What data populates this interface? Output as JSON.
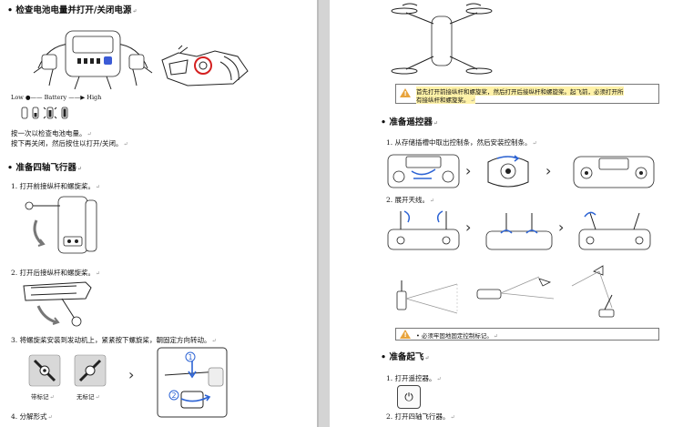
{
  "left": {
    "section_battery": {
      "title": "• 检查电池电量并打开/关闭电源",
      "scale_low": "Low",
      "scale_battery": "Battery",
      "scale_high": "High",
      "line1": "按一次以检查电池电量。",
      "line2": "按下再关闭，然后按住以打开/关闭。"
    },
    "section_unfold": {
      "title": "• 准备四轴飞行器",
      "step1": "1.  打开前接纵杆和螺旋桨。",
      "step2": "2.  打开后接纵杆和螺旋桨。",
      "step3": "3.  将螺旋桨安装到发动机上，紧紧按下螺旋桨，朝固定方向转动。",
      "label_marked": "带标记",
      "label_unmarked": "无标记",
      "step4": "4.  分解形式"
    }
  },
  "right": {
    "warning1_line1": "首先打开前接纵杆和螺旋桨，然后打开后接纵杆和螺旋桨。起飞前，必须打开所",
    "warning1_line2": "有接纵杆和螺旋桨。",
    "section_rc": {
      "title": "• 准备遥控器",
      "step1": "1.  从存储插槽中取出控制条，然后安装控制条。",
      "step2": "2.  展开天线。"
    },
    "warning2": "•  必须牢固地固定控制标记。",
    "section_takeoff": {
      "title": "• 准备起飞",
      "step1": "1.  打开遥控器。",
      "step2": "2.  打开四轴飞行器。"
    }
  },
  "icons": {
    "warning": "warning-triangle-icon",
    "power": "power-icon",
    "chevron": "chevron-right-icon",
    "return": "paragraph-return-icon"
  },
  "glyphs": {
    "power": "⏻",
    "chevron": "›",
    "return": "↵"
  },
  "colors": {
    "warning": "#e8a33c",
    "battery_led": "#3b5bd6",
    "highlight": "#fff2a8",
    "callout_red": "#d42020",
    "callout_blue": "#2c63d4"
  }
}
